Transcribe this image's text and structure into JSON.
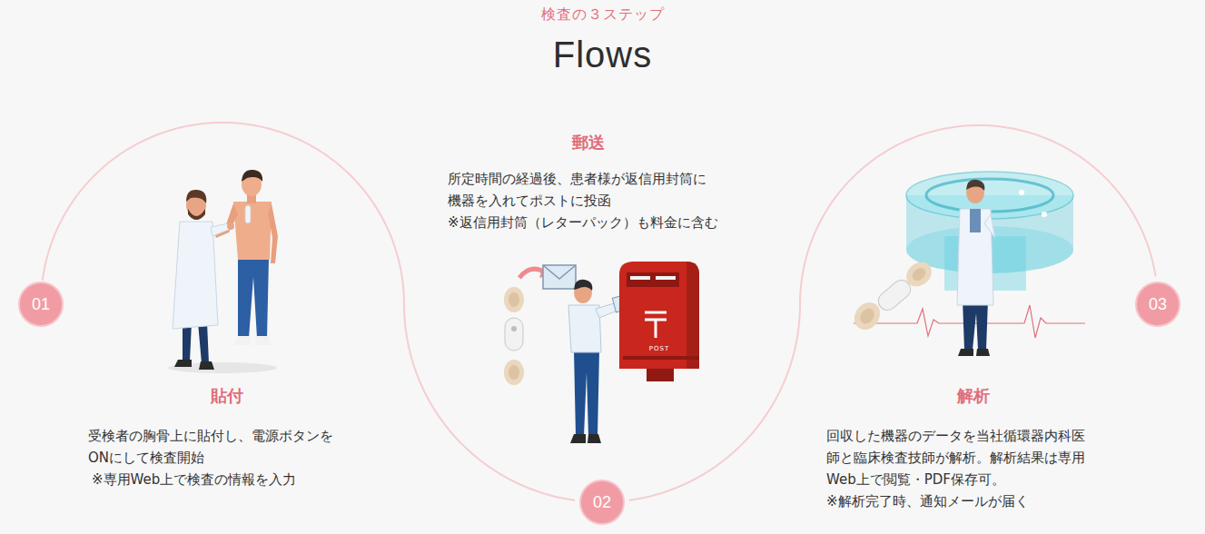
{
  "diagram": {
    "title": "Flows",
    "nodes": [
      {
        "text": [
          "01"
        ]
      },
      {
        "text": [
          "02"
        ]
      },
      {
        "text": [
          "03"
        ]
      }
    ],
    "edges": [
      {
        "from": 0,
        "to": 1,
        "arrow": "none"
      },
      {
        "from": 1,
        "to": 2,
        "arrow": "none"
      }
    ],
    "labels": [
      "検査の３ステップ",
      "貼付",
      "受検者の胸骨上に貼付し、電源ボタンを ONにして検査開始",
      "※専用Web上で検査の情報を入力",
      "郵送",
      "所定時間の経過後、患者様が返信用封筒に 機器を入れてポストに投函",
      "※返信用封筒（レターパック）も料金に含む",
      "解析",
      "回収した機器のデータを当社循環器内科医 師と臨床検査技師が解析。解析結果は専用 Web上で閲覧・PDF保存可。",
      "※解析完了時、通知メールが届く",
      "POST"
    ]
  }
}
